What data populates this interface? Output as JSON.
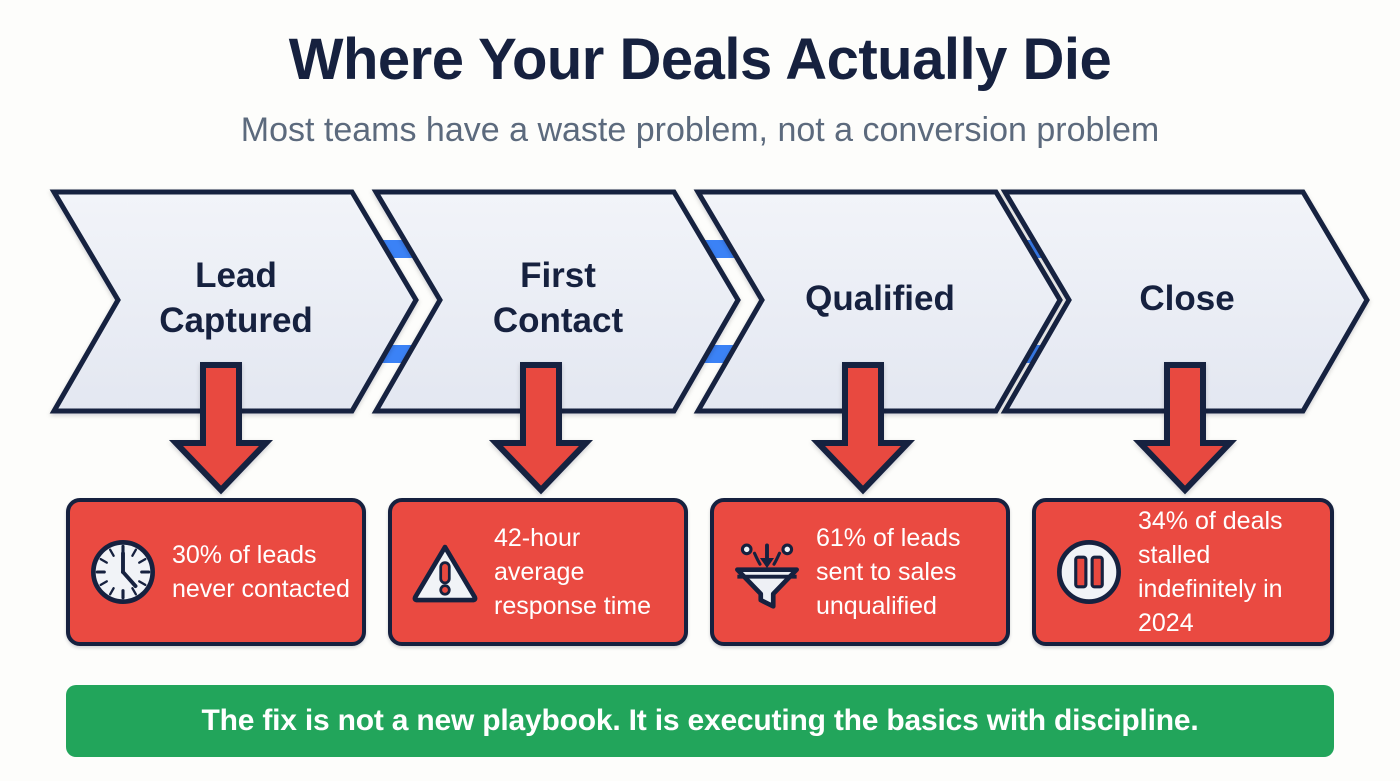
{
  "header": {
    "title": "Where Your Deals Actually Die",
    "subtitle": "Most teams have a waste problem, not a conversion problem"
  },
  "colors": {
    "background": "#fdfdfb",
    "navy": "#16213f",
    "subtitle_gray": "#5c6a7d",
    "chevron_fill": "#e9ecf4",
    "connector_blue": "#3b82f6",
    "alert_red": "#ea4a41",
    "banner_green": "#22a55b",
    "card_text": "#ffffff"
  },
  "pipeline": {
    "stages": [
      {
        "id": "lead-captured",
        "label_line1": "Lead",
        "label_line2": "Captured"
      },
      {
        "id": "first-contact",
        "label_line1": "First",
        "label_line2": "Contact"
      },
      {
        "id": "qualified",
        "label_line1": "Qualified",
        "label_line2": ""
      },
      {
        "id": "close",
        "label_line1": "Close",
        "label_line2": ""
      }
    ],
    "connectors": [
      {
        "id": "connector-1"
      },
      {
        "id": "connector-2"
      },
      {
        "id": "connector-3"
      }
    ],
    "drop_arrows": [
      {
        "id": "drop-arrow-1"
      },
      {
        "id": "drop-arrow-2"
      },
      {
        "id": "drop-arrow-3"
      },
      {
        "id": "drop-arrow-4"
      }
    ]
  },
  "failure_cards": [
    {
      "id": "card-never-contacted",
      "icon": "clock-icon",
      "text": "30% of leads never contacted"
    },
    {
      "id": "card-response-time",
      "icon": "warning-triangle-icon",
      "text": "42-hour average response time"
    },
    {
      "id": "card-unqualified",
      "icon": "funnel-icon",
      "text": "61% of leads sent to sales unqualified"
    },
    {
      "id": "card-stalled-deals",
      "icon": "pause-icon",
      "text": "34% of deals stalled indefinitely in 2024"
    }
  ],
  "footer": {
    "message": "The fix is not a new playbook. It is executing the basics with discipline."
  }
}
